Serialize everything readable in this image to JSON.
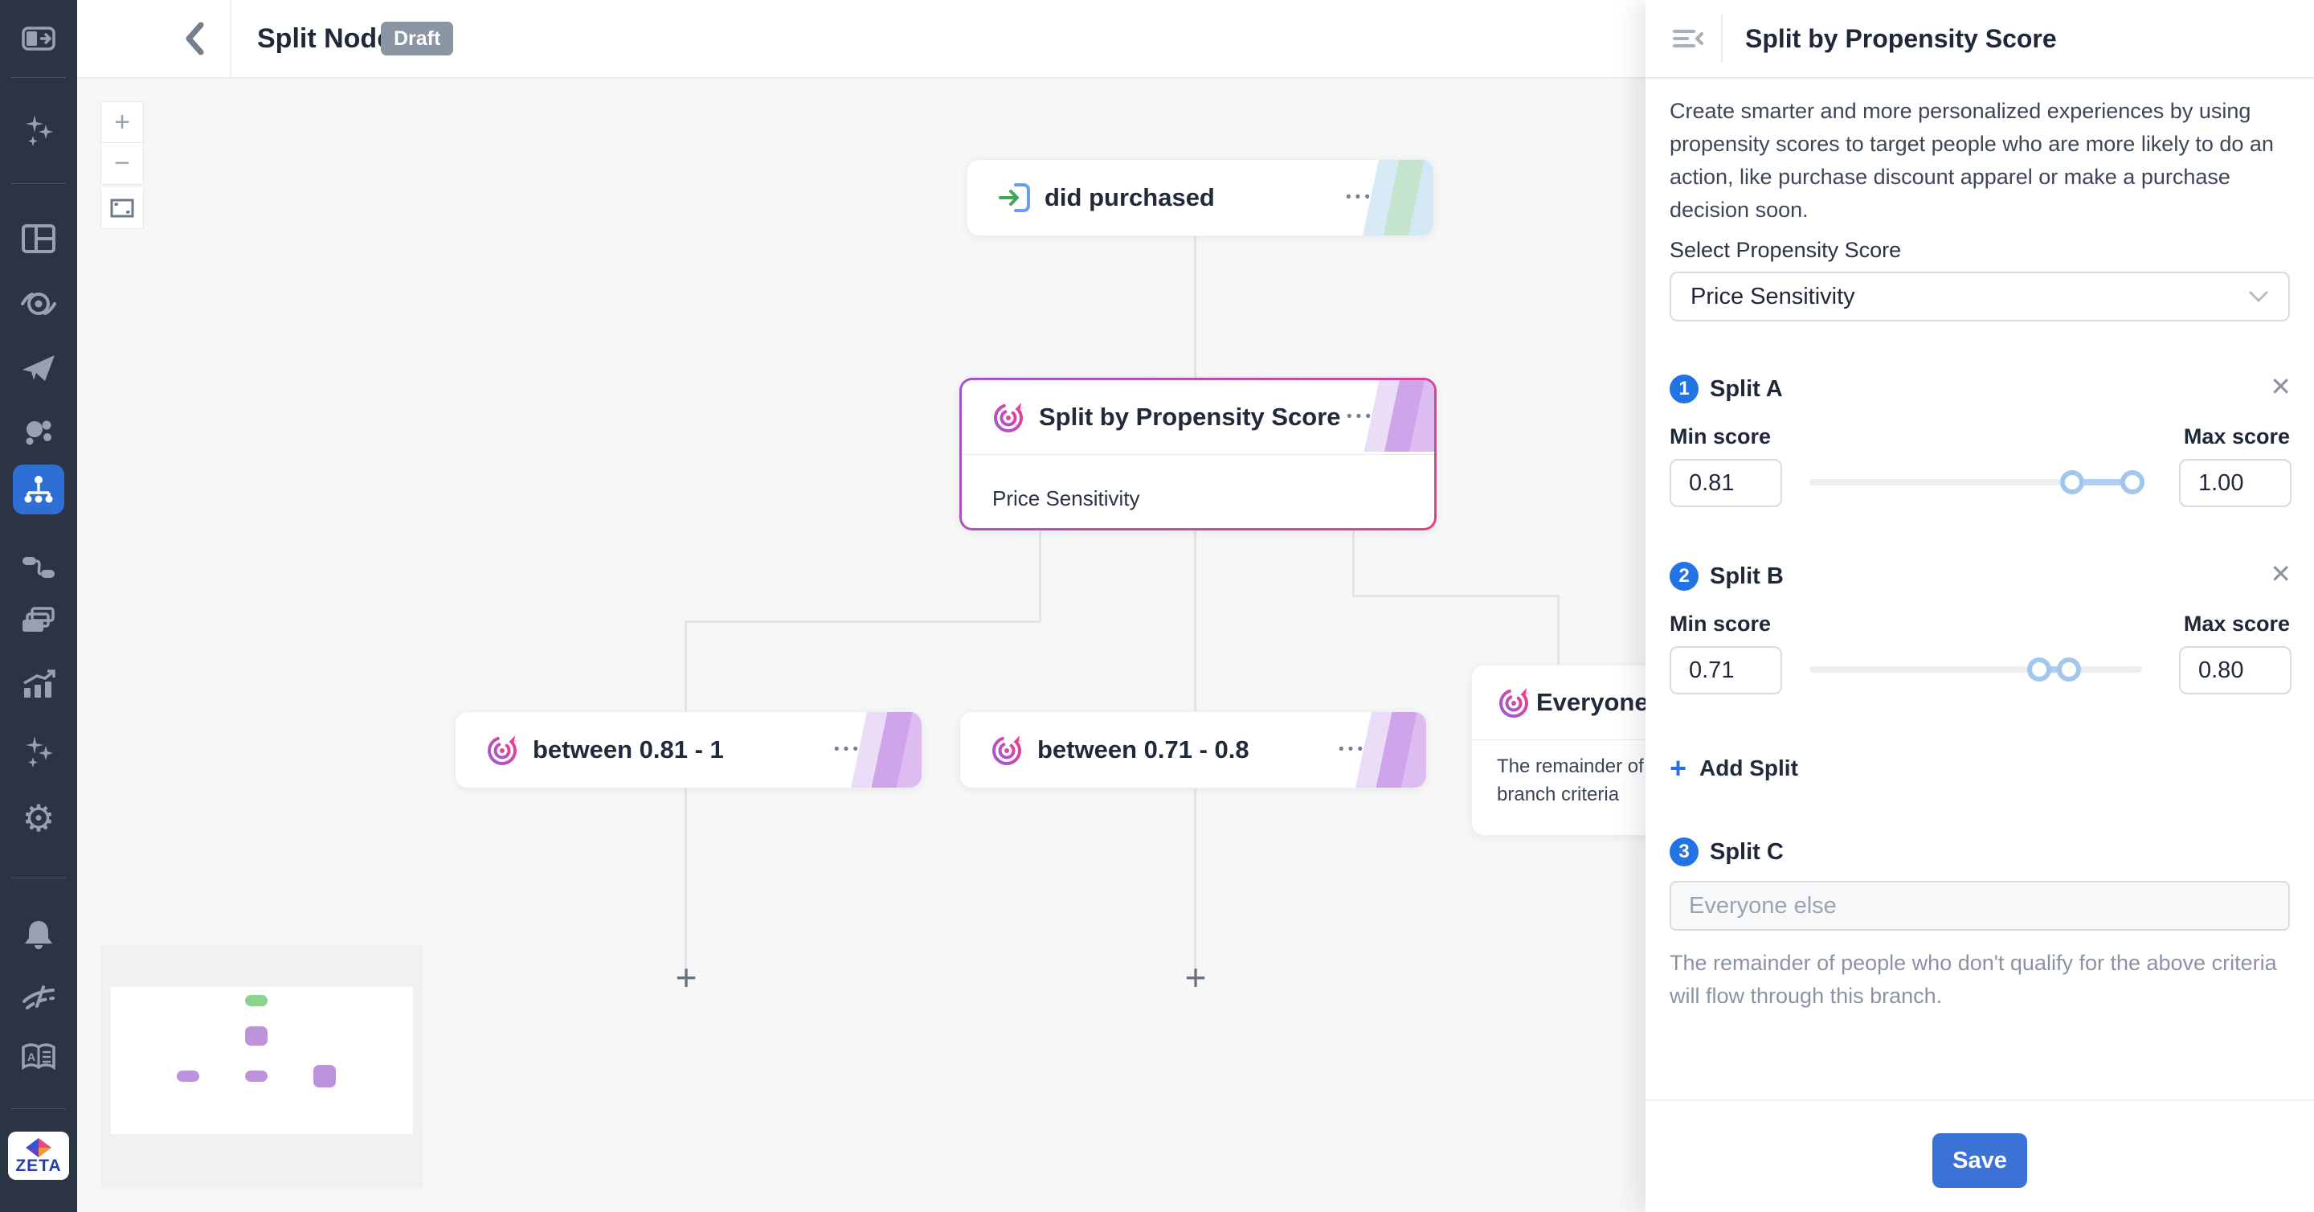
{
  "icons": {
    "back": "‹",
    "menu_dots": "•••",
    "close": "✕",
    "gear": "⚙",
    "add_plus": "+",
    "canvas_add_plus": "+"
  },
  "topbar": {
    "title": "Split Node",
    "badge": "Draft"
  },
  "sidebar": {
    "logo_text": "ZETA",
    "items": [
      "panel-toggle",
      "ai-sparkles",
      "dashboard",
      "target",
      "send",
      "audience",
      "journeys",
      "flow-split",
      "cards",
      "analytics",
      "ai-sparkles-2",
      "settings",
      "notifications",
      "roadmap",
      "docs"
    ]
  },
  "canvas": {
    "zoom_controls": {
      "zoom_in": "+",
      "zoom_out": "−"
    },
    "nodes": {
      "did_purchased": {
        "title": "did purchased"
      },
      "split": {
        "title": "Split by Propensity Score",
        "subtitle": "Price Sensitivity"
      },
      "between_a": {
        "title": "between 0.81 - 1"
      },
      "between_b": {
        "title": "between 0.71 - 0.8"
      },
      "everyone": {
        "title": "Everyone e",
        "body_line1": "The remainder of peo",
        "body_line2": "branch criteria"
      }
    }
  },
  "panel": {
    "title": "Split by Propensity Score",
    "description": "Create smarter and more personalized experiences by using propensity scores to target people who are more likely to do an action, like purchase discount apparel or make a purchase decision soon.",
    "select_label": "Select Propensity Score",
    "select_value": "Price Sensitivity",
    "splits": [
      {
        "number": "1",
        "label": "Split A",
        "min_label": "Min score",
        "max_label": "Max score",
        "min_value": "0.81",
        "max_value": "1.00",
        "min_pct": "79%",
        "max_pct": "97%",
        "range_left": "79%",
        "range_width": "18%"
      },
      {
        "number": "2",
        "label": "Split B",
        "min_label": "Min score",
        "max_label": "Max score",
        "min_value": "0.71",
        "max_value": "0.80",
        "min_pct": "69%",
        "max_pct": "78%",
        "range_left": "69%",
        "range_width": "9%"
      }
    ],
    "add_split_label": "Add Split",
    "split_c": {
      "number": "3",
      "label": "Split C",
      "placeholder": "Everyone else",
      "help": "The remainder of people who don't qualify for the above criteria will flow through this branch."
    },
    "save_label": "Save"
  },
  "colors": {
    "accent_blue": "#2B6FE3",
    "save_blue": "#3B72D6",
    "sidebar_bg": "#2B3442",
    "badge_gray": "#8A95A4",
    "canvas_bg": "#F7F7F8",
    "slider_blue": "#AFCFF3",
    "selected_gradient_start": "#9D55D4",
    "selected_gradient_end": "#F03A86",
    "minimap_green": "#8BD48E",
    "minimap_purple": "#BC93DC"
  }
}
